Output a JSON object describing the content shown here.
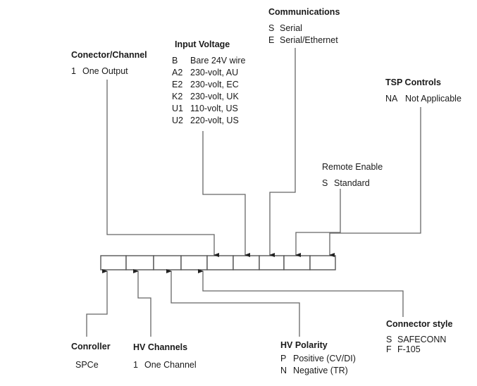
{
  "diagram": {
    "fields_top": [
      {
        "id": "connector-channel",
        "title": "Conector/Channel",
        "title_bold": true,
        "options": [
          {
            "code": "1",
            "label": "One Output"
          }
        ]
      },
      {
        "id": "input-voltage",
        "title": "Input Voltage",
        "title_bold": true,
        "options": [
          {
            "code": "B",
            "label": "Bare 24V wire"
          },
          {
            "code": "A2",
            "label": "230-volt, AU"
          },
          {
            "code": "E2",
            "label": "230-volt, EC"
          },
          {
            "code": "K2",
            "label": "230-volt, UK"
          },
          {
            "code": "U1",
            "label": "110-volt, US"
          },
          {
            "code": "U2",
            "label": "220-volt, US"
          }
        ]
      },
      {
        "id": "communications",
        "title": "Communications",
        "title_bold": true,
        "options": [
          {
            "code": "S",
            "label": "Serial"
          },
          {
            "code": "E",
            "label": "Serial/Ethernet"
          }
        ]
      },
      {
        "id": "remote-enable",
        "title": "Remote Enable",
        "title_bold": false,
        "options": [
          {
            "code": "S",
            "label": "Standard"
          }
        ]
      },
      {
        "id": "tsp-controls",
        "title": "TSP Controls",
        "title_bold": true,
        "options": [
          {
            "code": "NA",
            "label": "Not Applicable"
          }
        ]
      }
    ],
    "fields_bottom": [
      {
        "id": "controller",
        "title": "Conroller",
        "title_bold": true,
        "options": [
          {
            "code": "",
            "label": "SPCe"
          }
        ]
      },
      {
        "id": "hv-channels",
        "title": "HV Channels",
        "title_bold": true,
        "options": [
          {
            "code": "1",
            "label": "One Channel"
          }
        ]
      },
      {
        "id": "hv-polarity",
        "title": "HV Polarity",
        "title_bold": true,
        "options": [
          {
            "code": "P",
            "label": "Positive (CV/DI)"
          },
          {
            "code": "N",
            "label": "Negative (TR)"
          }
        ]
      },
      {
        "id": "connector-style",
        "title": "Connector style",
        "title_bold": true,
        "options": [
          {
            "code": "S",
            "label": "SAFECONN"
          },
          {
            "code": "F",
            "label": "F-105"
          }
        ]
      }
    ],
    "code_boxes": 9,
    "line_color": "#555555"
  }
}
